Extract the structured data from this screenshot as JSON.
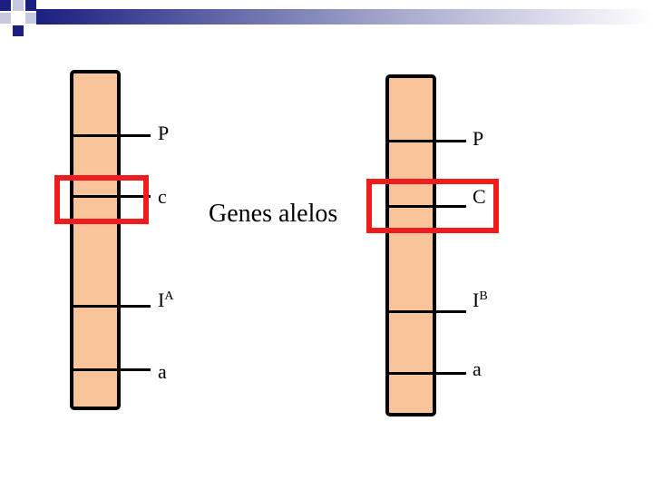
{
  "colors": {
    "chromosome_fill": "#f9c49a",
    "outline": "#000000",
    "highlight": "#ee1c1c",
    "header_dark": "#1b1f80",
    "header_light": "#ffffff"
  },
  "center_label": "Genes alelos",
  "left_chromosome": {
    "loci": [
      {
        "base": "P",
        "sup": ""
      },
      {
        "base": "c",
        "sup": ""
      },
      {
        "base": "I",
        "sup": "A"
      },
      {
        "base": "a",
        "sup": ""
      }
    ]
  },
  "right_chromosome": {
    "loci": [
      {
        "base": "P",
        "sup": ""
      },
      {
        "base": "C",
        "sup": ""
      },
      {
        "base": "I",
        "sup": "B"
      },
      {
        "base": "a",
        "sup": ""
      }
    ]
  }
}
